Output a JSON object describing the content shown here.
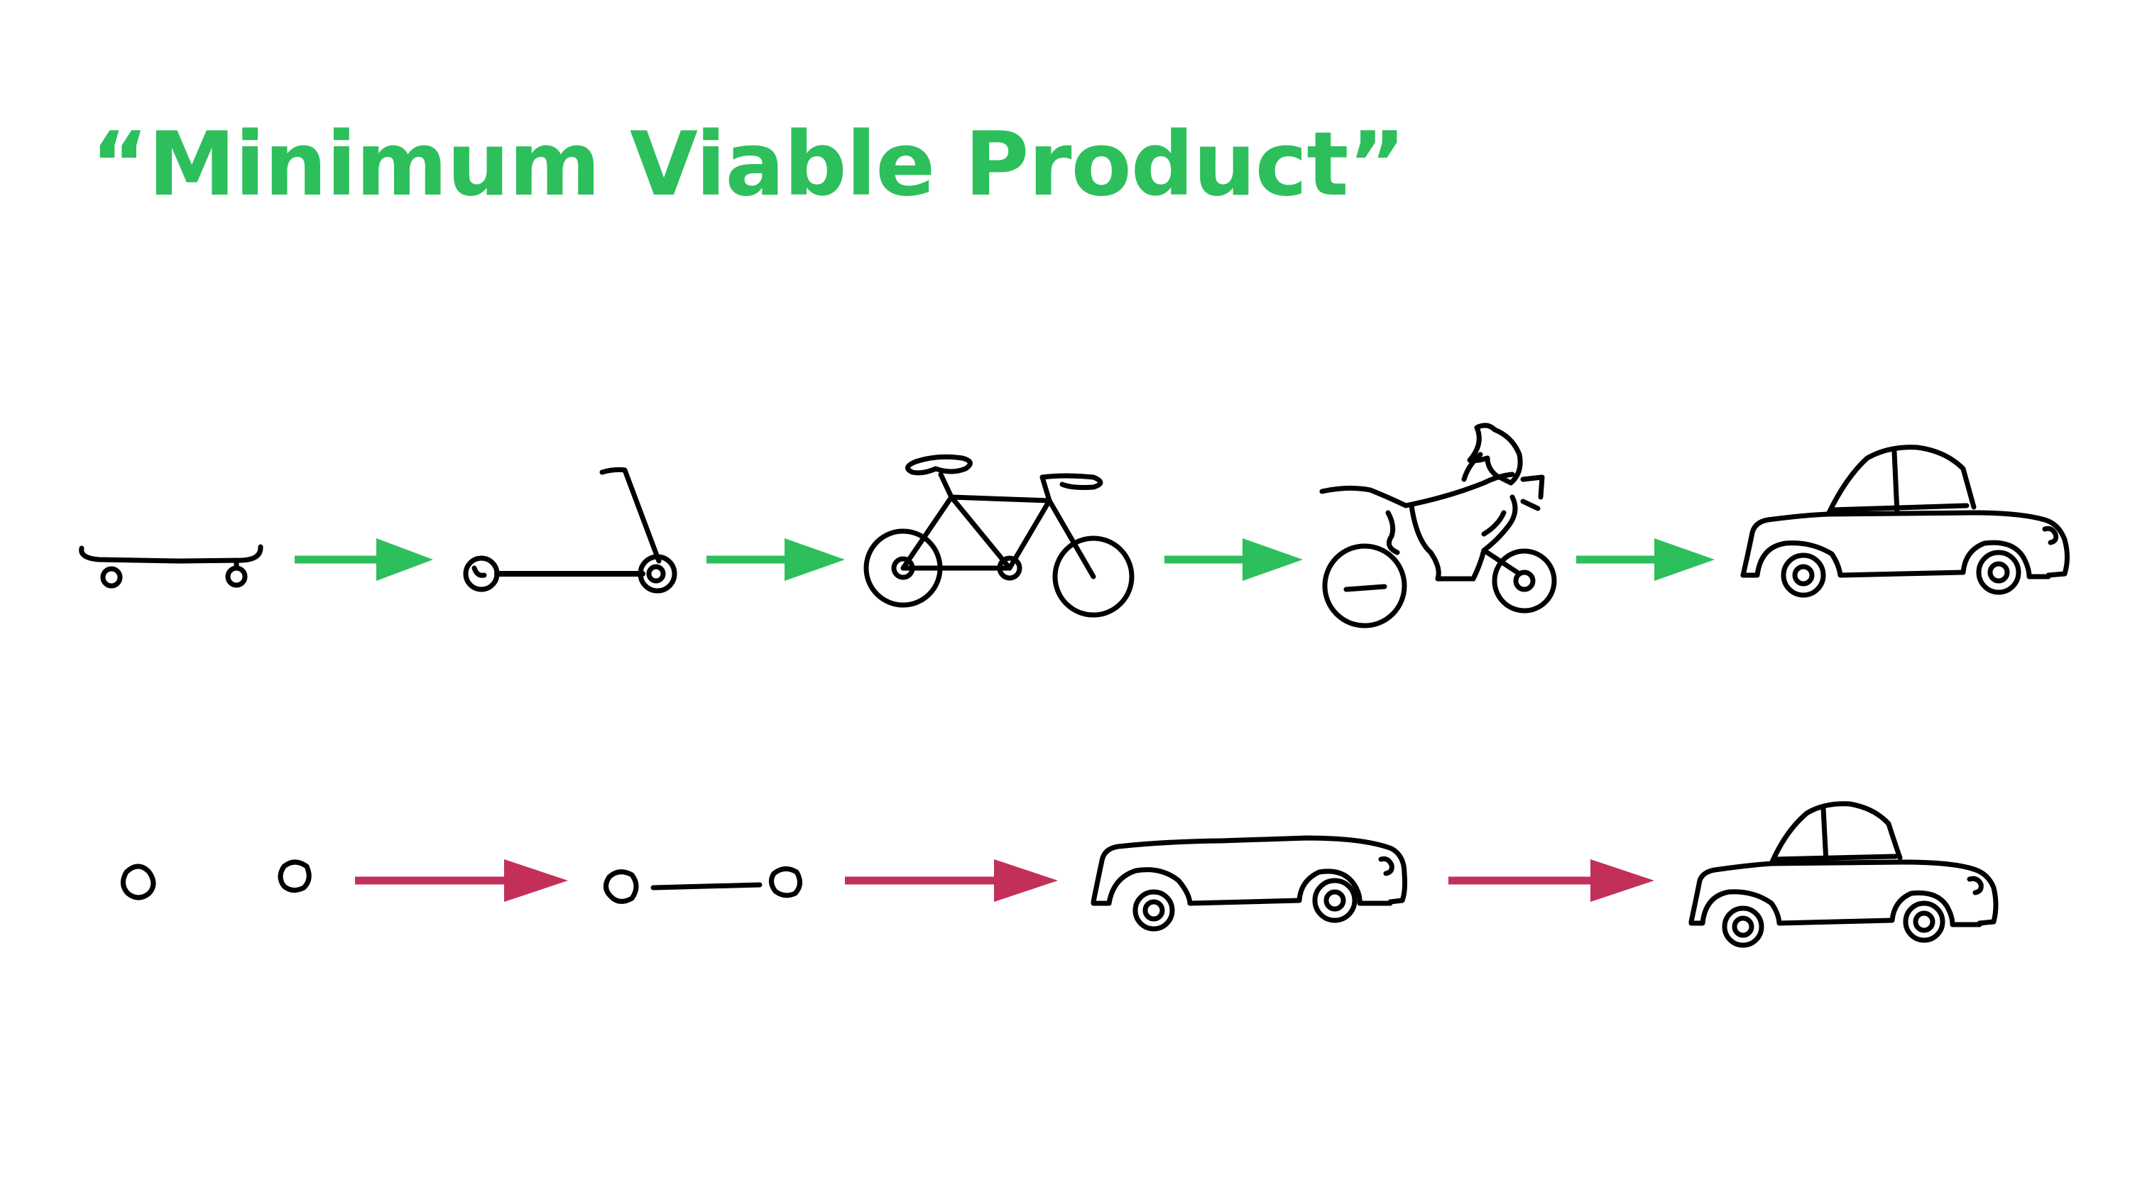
{
  "title": "“Minimum Viable Product”",
  "colors": {
    "title": "#2dbf5b",
    "good_arrow": "#2dbf5b",
    "bad_arrow": "#c2305a",
    "sketch": "#000000"
  },
  "rows": [
    {
      "name": "good-path",
      "arrow_color": "good_arrow",
      "stages": [
        "skateboard",
        "scooter",
        "bicycle",
        "motorcycle",
        "car"
      ]
    },
    {
      "name": "bad-path",
      "arrow_color": "bad_arrow",
      "stages": [
        "wheels",
        "axle-with-wheels",
        "car-body",
        "car"
      ]
    }
  ]
}
